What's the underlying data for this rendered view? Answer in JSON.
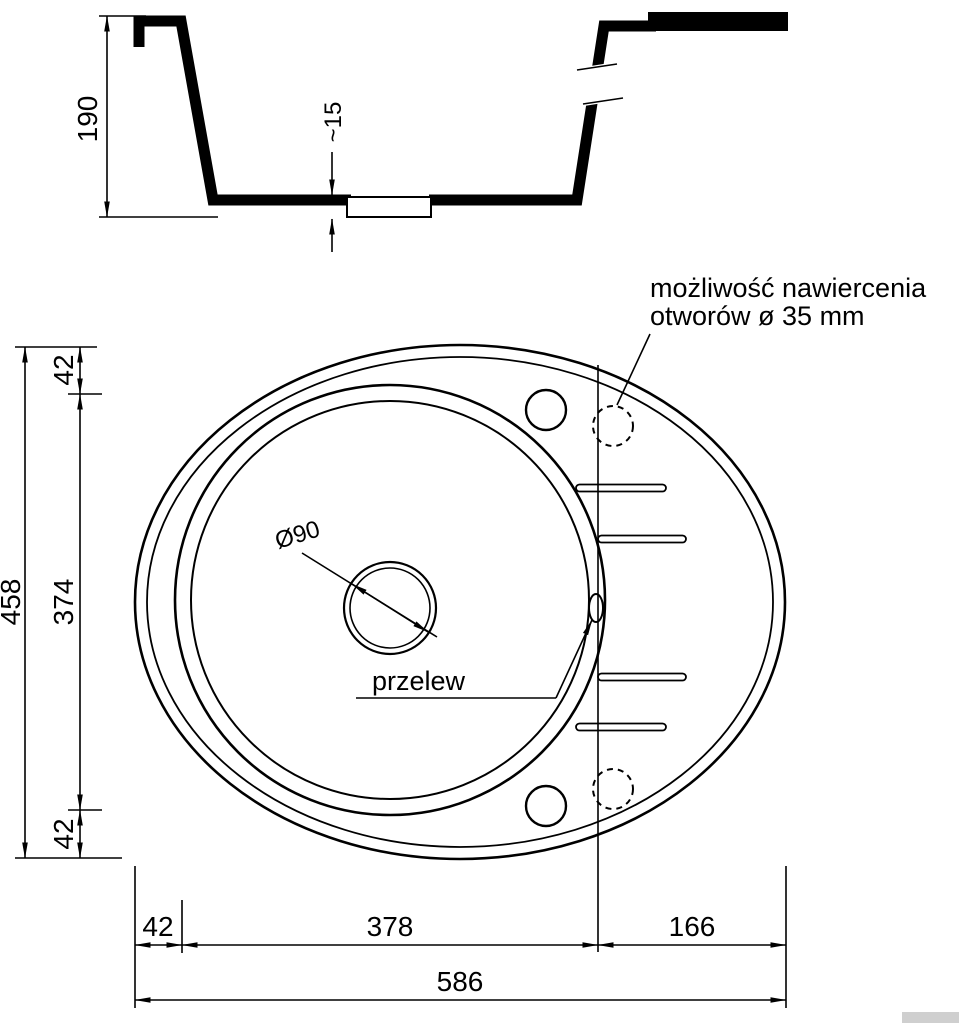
{
  "page": {
    "background": "#ffffff",
    "line_color": "#000000"
  },
  "cross_section": {
    "depth": "190",
    "recess_depth": "~15"
  },
  "top_view": {
    "note_line1": "możliwość nawiercenia",
    "note_line2": "otworów ø 35 mm",
    "overflow_label": "przelew",
    "drain_diameter": "Ø90",
    "dims": {
      "total_height": "458",
      "top_offset": "42",
      "bowl_height": "374",
      "bottom_offset": "42",
      "left_offset": "42",
      "bowl_width": "378",
      "drainer_width": "166",
      "total_width": "586"
    }
  }
}
